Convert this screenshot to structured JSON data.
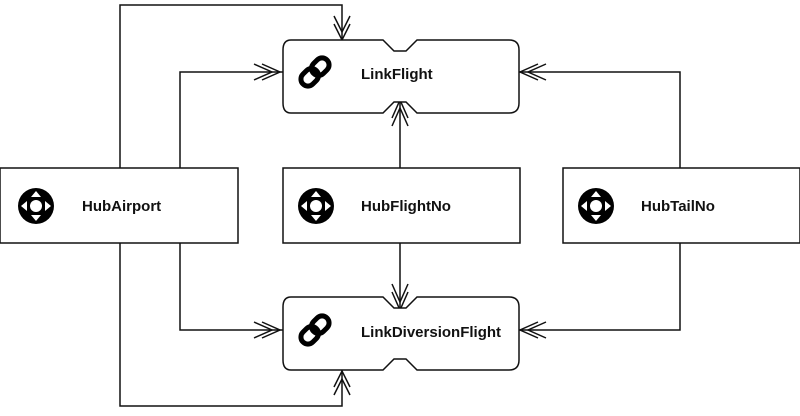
{
  "diagram": {
    "hubs": [
      {
        "id": "hub-airport",
        "label": "HubAirport",
        "icon": "hub-compass-icon"
      },
      {
        "id": "hub-flight-no",
        "label": "HubFlightNo",
        "icon": "hub-compass-icon"
      },
      {
        "id": "hub-tail-no",
        "label": "HubTailNo",
        "icon": "hub-compass-icon"
      }
    ],
    "links": [
      {
        "id": "link-flight",
        "label": "LinkFlight",
        "icon": "chain-link-icon"
      },
      {
        "id": "link-diversion-flight",
        "label": "LinkDiversionFlight",
        "icon": "chain-link-icon"
      }
    ],
    "connections": [
      {
        "from": "HubAirport",
        "to": "LinkFlight"
      },
      {
        "from": "HubAirport",
        "to": "LinkFlight"
      },
      {
        "from": "HubFlightNo",
        "to": "LinkFlight"
      },
      {
        "from": "HubTailNo",
        "to": "LinkFlight"
      },
      {
        "from": "HubAirport",
        "to": "LinkDiversionFlight"
      },
      {
        "from": "HubAirport",
        "to": "LinkDiversionFlight"
      },
      {
        "from": "HubFlightNo",
        "to": "LinkDiversionFlight"
      },
      {
        "from": "HubTailNo",
        "to": "LinkDiversionFlight"
      }
    ],
    "colors": {
      "stroke": "#111111",
      "fill": "#ffffff",
      "icon": "#000000"
    }
  }
}
